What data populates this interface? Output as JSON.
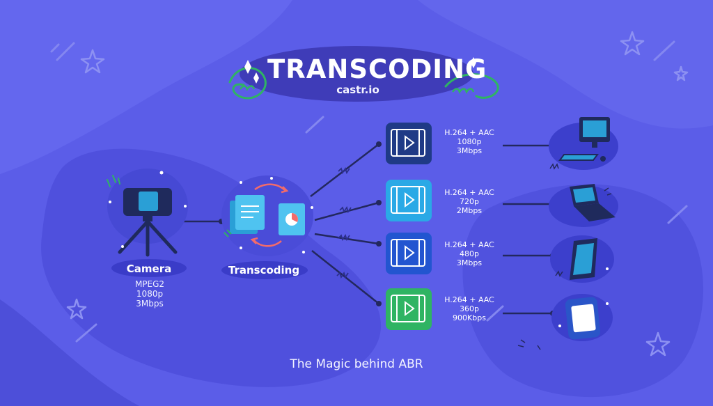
{
  "title": "TRANSCODING",
  "brand": "castr.io",
  "source": {
    "label": "Camera",
    "specs": [
      "MPEG2",
      "1080p",
      "3Mbps"
    ]
  },
  "process": {
    "label": "Transcoding"
  },
  "outputs": [
    {
      "codec": "H.264 + AAC",
      "resolution": "1080p",
      "bitrate": "3Mbps",
      "device": "desktop-computer",
      "tile_color": "#1f3a86"
    },
    {
      "codec": "H.264 + AAC",
      "resolution": "720p",
      "bitrate": "2Mbps",
      "device": "laptop",
      "tile_color": "#2aa9e6"
    },
    {
      "codec": "H.264 + AAC",
      "resolution": "480p",
      "bitrate": "3Mbps",
      "device": "tablet",
      "tile_color": "#2255d0"
    },
    {
      "codec": "H.264 + AAC",
      "resolution": "360p",
      "bitrate": "900Kbps",
      "device": "smartphone",
      "tile_color": "#2fb463"
    }
  ],
  "footer": "The Magic behind ABR",
  "colors": {
    "background": "#5b5de8",
    "blob": "#4f50dd",
    "title_pill": "#3f3cb8",
    "accent_green": "#2fb463",
    "line": "#23285e"
  }
}
